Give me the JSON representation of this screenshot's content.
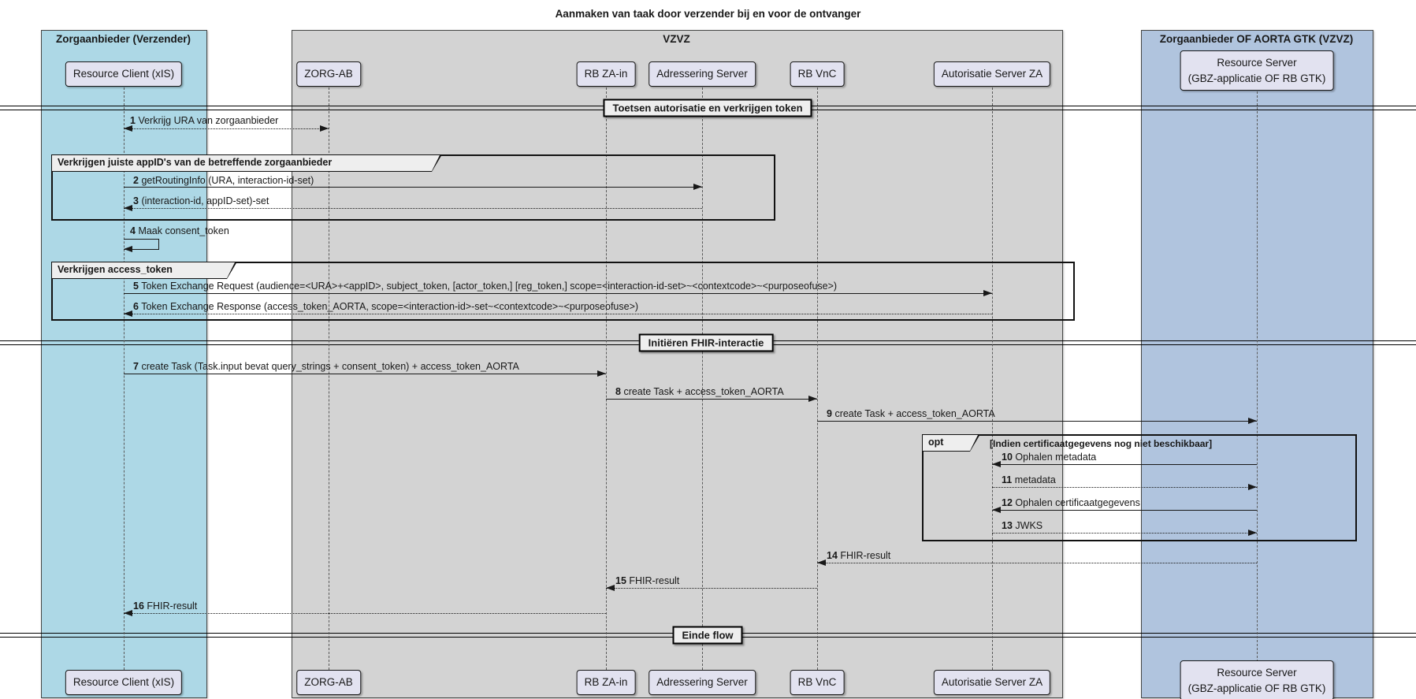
{
  "title": "Aanmaken van taak door verzender bij en voor de ontvanger",
  "colors": {
    "sender_frame": "#ADD8E6",
    "vzvz_frame": "#D3D3D3",
    "receiver_frame": "#B0C4DE",
    "participant_fill": "#E2E2F0",
    "label_fill": "#EEEEEE",
    "line": "#181818"
  },
  "frames": {
    "sender": {
      "label": "Zorgaanbieder (Verzender)"
    },
    "vzvz": {
      "label": "VZVZ"
    },
    "receiver": {
      "label": "Zorgaanbieder OF AORTA GTK (VZVZ)"
    }
  },
  "participants": {
    "resource_client": {
      "label": "Resource Client (xIS)"
    },
    "zorg_ab": {
      "label": "ZORG-AB"
    },
    "rb_za_in": {
      "label": "RB ZA-in"
    },
    "adressering_server": {
      "label": "Adressering Server"
    },
    "rb_vnc": {
      "label": "RB VnC"
    },
    "autorisatie_server_za": {
      "label": "Autorisatie Server ZA"
    },
    "resource_server": {
      "label": "Resource Server\n(GBZ-applicatie OF RB GTK)"
    }
  },
  "dividers": {
    "d1": {
      "label": "Toetsen autorisatie en verkrijgen token"
    },
    "d2": {
      "label": "Initiëren FHIR-interactie"
    },
    "d3": {
      "label": "Einde flow"
    }
  },
  "groups": {
    "g1": {
      "label": "Verkrijgen juiste appID's van de betreffende zorgaanbieder"
    },
    "g2": {
      "label": "Verkrijgen access_token"
    },
    "opt": {
      "keyword": "opt",
      "guard": "[Indien certificaatgegevens nog niet beschikbaar]"
    }
  },
  "messages": {
    "m1": {
      "num": "1",
      "text": "Verkrijg URA van zorgaanbieder"
    },
    "m2": {
      "num": "2",
      "text": "getRoutingInfo (URA, interaction-id-set)"
    },
    "m3": {
      "num": "3",
      "text": "(interaction-id, appID-set)-set"
    },
    "m4": {
      "num": "4",
      "text": "Maak consent_token"
    },
    "m5": {
      "num": "5",
      "text": "Token Exchange Request (audience=<URA>+<appID>, subject_token, [actor_token,] [reg_token,] scope=<interaction-id-set>~<contextcode>~<purposeofuse>)"
    },
    "m6": {
      "num": "6",
      "text": "Token Exchange Response (access_token_AORTA, scope=<interaction-id>-set~<contextcode>~<purposeofuse>)"
    },
    "m7": {
      "num": "7",
      "text": "create Task (Task.input bevat query_strings + consent_token) + access_token_AORTA"
    },
    "m8": {
      "num": "8",
      "text": "create Task + access_token_AORTA"
    },
    "m9": {
      "num": "9",
      "text": "create Task + access_token_AORTA"
    },
    "m10": {
      "num": "10",
      "text": "Ophalen metadata"
    },
    "m11": {
      "num": "11",
      "text": "metadata"
    },
    "m12": {
      "num": "12",
      "text": "Ophalen certificaatgegevens"
    },
    "m13": {
      "num": "13",
      "text": "JWKS"
    },
    "m14": {
      "num": "14",
      "text": "FHIR-result"
    },
    "m15": {
      "num": "15",
      "text": "FHIR-result"
    },
    "m16": {
      "num": "16",
      "text": "FHIR-result"
    }
  }
}
